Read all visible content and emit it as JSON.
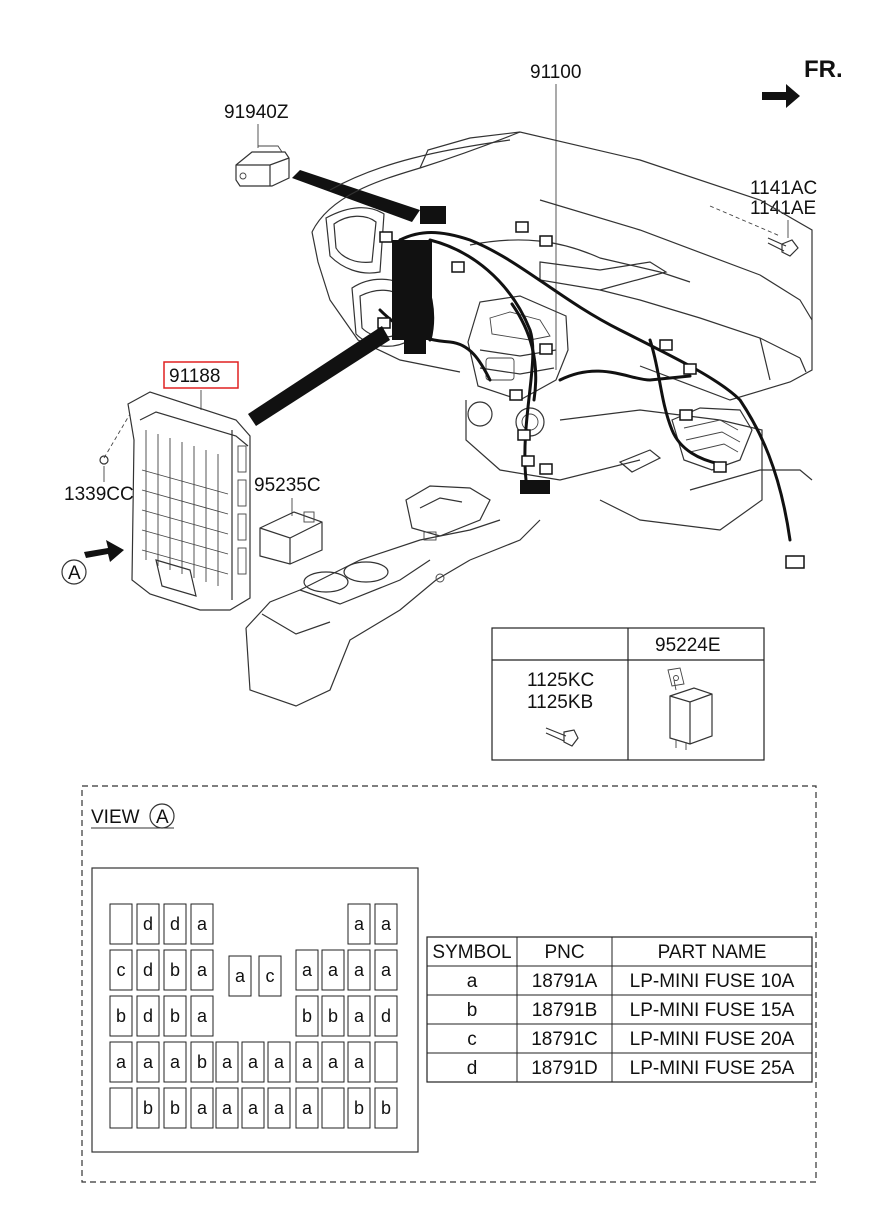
{
  "labels": {
    "wiring_harness": "91100",
    "front_arrow": "FR.",
    "relay_top": "91940Z",
    "bolt_pair_1": "1141AC",
    "bolt_pair_2": "1141AE",
    "junction_box": "91188",
    "screw": "1339CC",
    "relay_side": "95235C",
    "view_marker": "A",
    "table_bolt_1": "1125KC",
    "table_bolt_2": "1125KB",
    "table_relay": "95224E",
    "view_title": "VIEW"
  },
  "fuse_grid": [
    [
      "",
      "d",
      "d",
      "a",
      "",
      "",
      "",
      "",
      "",
      "a",
      "a"
    ],
    [
      "c",
      "d",
      "b",
      "a",
      "a",
      "c",
      "a",
      "a",
      "a",
      "a"
    ],
    [
      "b",
      "d",
      "b",
      "a",
      "",
      "",
      "b",
      "b",
      "a",
      "d"
    ],
    [
      "a",
      "a",
      "a",
      "b",
      "a",
      "a",
      "a",
      "a",
      "a",
      "a",
      ""
    ],
    [
      "",
      "b",
      "b",
      "a",
      "a",
      "a",
      "a",
      "a",
      "",
      "b",
      "b"
    ]
  ],
  "fuse_table": {
    "headers": [
      "SYMBOL",
      "PNC",
      "PART NAME"
    ],
    "rows": [
      [
        "a",
        "18791A",
        "LP-MINI FUSE 10A"
      ],
      [
        "b",
        "18791B",
        "LP-MINI FUSE 15A"
      ],
      [
        "c",
        "18791C",
        "LP-MINI FUSE 20A"
      ],
      [
        "d",
        "18791D",
        "LP-MINI FUSE 25A"
      ]
    ]
  },
  "colors": {
    "highlight_box": "#e02020",
    "ink": "#111111"
  }
}
